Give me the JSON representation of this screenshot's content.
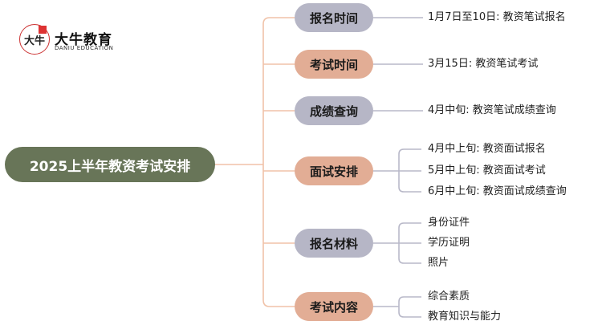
{
  "logo": {
    "glyph": "大牛",
    "name": "大牛教育",
    "subtitle": "DANIU EDUCATION"
  },
  "colors": {
    "root_fill": "#687558",
    "root_text": "#ffffff",
    "grey_node": "#b6b6c6",
    "salmon_node": "#e2ad95",
    "trunk_line": "#f0c2a8",
    "leaf_line": "#b9b9c9"
  },
  "mindmap": {
    "root": "2025上半年教资考试安排",
    "branches": [
      {
        "label": "报名时间",
        "style": "grey",
        "items": [
          "1月7日至10日: 教资笔试报名"
        ]
      },
      {
        "label": "考试时间",
        "style": "salmon",
        "items": [
          "3月15日: 教资笔试考试"
        ]
      },
      {
        "label": "成绩查询",
        "style": "grey",
        "items": [
          "4月中旬: 教资笔试成绩查询"
        ]
      },
      {
        "label": "面试安排",
        "style": "salmon",
        "items": [
          "4月中上旬: 教资面试报名",
          "5月中上旬: 教资面试考试",
          "6月中上旬: 教资面试成绩查询"
        ]
      },
      {
        "label": "报名材料",
        "style": "grey",
        "items": [
          "身份证件",
          "学历证明",
          "照片"
        ]
      },
      {
        "label": "考试内容",
        "style": "salmon",
        "items": [
          "综合素质",
          "教育知识与能力"
        ]
      }
    ]
  }
}
